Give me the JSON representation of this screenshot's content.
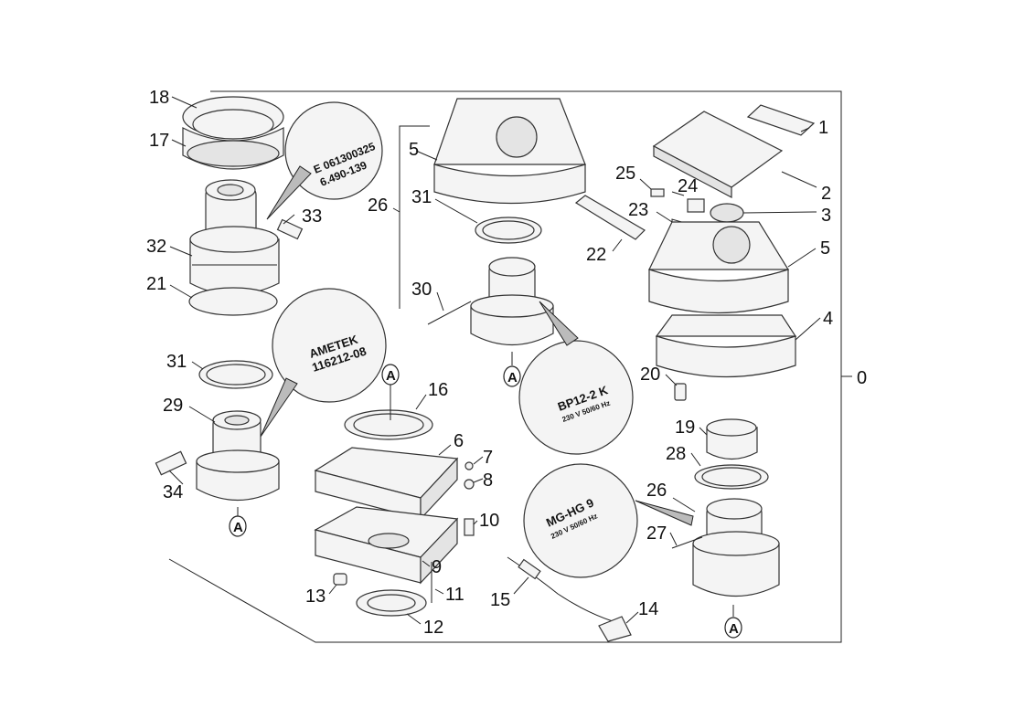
{
  "diagram": {
    "callouts": {
      "c0": "0",
      "c1": "1",
      "c2": "2",
      "c3": "3",
      "c4": "4",
      "c5a": "5",
      "c5b": "5",
      "c6": "6",
      "c7": "7",
      "c8": "8",
      "c9": "9",
      "c10": "10",
      "c11": "11",
      "c12": "12",
      "c13": "13",
      "c14": "14",
      "c15": "15",
      "c16": "16",
      "c17": "17",
      "c18": "18",
      "c19": "19",
      "c20": "20",
      "c21": "21",
      "c22": "22",
      "c23": "23",
      "c24": "24",
      "c25": "25",
      "c26a": "26",
      "c26b": "26",
      "c27": "27",
      "c28": "28",
      "c29": "29",
      "c30": "30",
      "c31a": "31",
      "c31b": "31",
      "c32": "32",
      "c33": "33",
      "c34": "34"
    },
    "detail_markers": {
      "a1": "A",
      "a2": "A",
      "a3": "A",
      "a4": "A"
    },
    "motor_labels": {
      "label1_line1": "E 061300325",
      "label1_line2": "6.490-139",
      "label2_line1": "AMETEK",
      "label2_line2": "116212-08",
      "label3_line1": "BP12-2 K",
      "label3_line2": "230 V 50/60 Hz",
      "label4_line1": "MG-HG 9",
      "label4_line2": "230 V 50/60 Hz"
    }
  }
}
